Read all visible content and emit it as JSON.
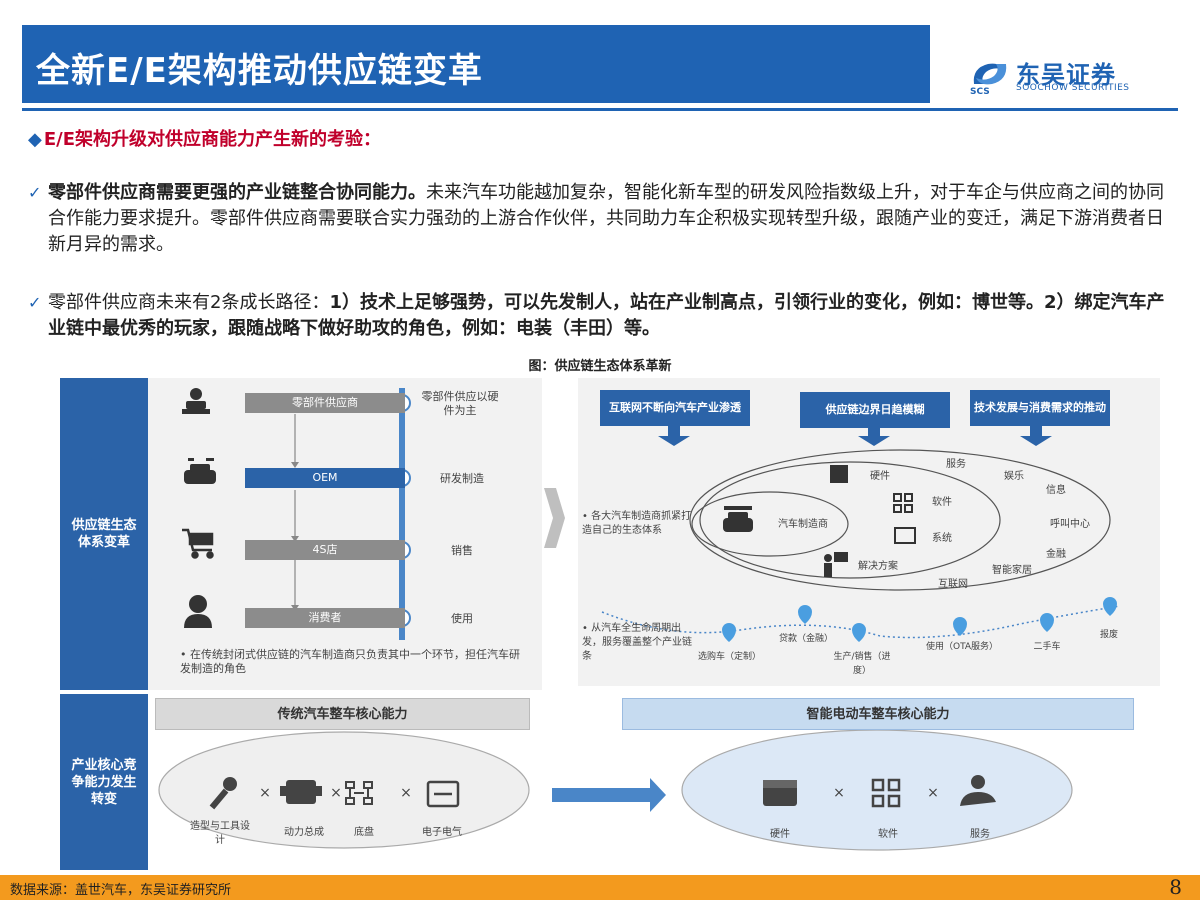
{
  "header": {
    "title": "全新E/E架构推动供应链变革",
    "logo_cn": "东吴证券",
    "logo_en": "SOOCHOW SECURITIES",
    "logo_abbr": "SCS"
  },
  "content": {
    "heading": "E/E架构升级对供应商能力产生新的考验：",
    "bullet1_bold": "零部件供应商需要更强的产业链整合协同能力。",
    "bullet1_text": "未来汽车功能越加复杂，智能化新车型的研发风险指数级上升，对于车企与供应商之间的协同合作能力要求提升。零部件供应商需要联合实力强劲的上游合作伙伴，共同助力车企积极实现转型升级，跟随产业的变迁，满足下游消费者日新月异的需求。",
    "bullet2_text": "零部件供应商未来有2条成长路径：",
    "bullet2_bold": "1）技术上足够强势，可以先发制人，站在产业制高点，引领行业的变化，例如：博世等。2）绑定汽车产业链中最优秀的玩家，跟随战略下做好助攻的角色，例如：电装（丰田）等。",
    "figure_caption": "图：供应链生态体系革新"
  },
  "figure": {
    "side_top": "供应链生态体系变革",
    "side_bottom": "产业核心竞争能力发生转变",
    "chain": [
      {
        "label": "零部件供应商",
        "desc": "零部件供应以硬件为主"
      },
      {
        "label": "OEM",
        "desc": "研发制造"
      },
      {
        "label": "4S店",
        "desc": "销售"
      },
      {
        "label": "消费者",
        "desc": "使用"
      }
    ],
    "chain_note": "在传统封闭式供应链的汽车制造商只负责其中一个环节，担任汽车研发制造的角色",
    "drivers": [
      "互联网不断向汽车产业渗透",
      "供应链边界日趋模糊",
      "技术发展与消费需求的推动"
    ],
    "eco_note": "各大汽车制造商抓紧打造自己的生态体系",
    "eco_center": "汽车制造商",
    "eco_items": [
      "硬件",
      "软件",
      "系统",
      "解决方案",
      "服务",
      "娱乐",
      "信息",
      "呼叫中心",
      "金融",
      "智能家居",
      "互联网"
    ],
    "lifecycle_note": "从汽车全生命周期出发，服务覆盖整个产业链条",
    "lifecycle": [
      "选购车（定制）",
      "贷款（金融）",
      "生产/销售（进度）",
      "使用（OTA服务）",
      "二手车",
      "报废"
    ],
    "band_left": "传统汽车整车核心能力",
    "band_right": "智能电动车整车核心能力",
    "left_items": [
      "造型与工具设计",
      "动力总成",
      "底盘",
      "电子电气"
    ],
    "right_items": [
      "硬件",
      "软件",
      "服务"
    ],
    "times": "×"
  },
  "footer": {
    "source": "数据来源：盖世汽车，东吴证券研究所",
    "page": "8"
  },
  "colors": {
    "primary": "#1f63b3",
    "accent_red": "#c0002b",
    "footer": "#f39a1e"
  }
}
